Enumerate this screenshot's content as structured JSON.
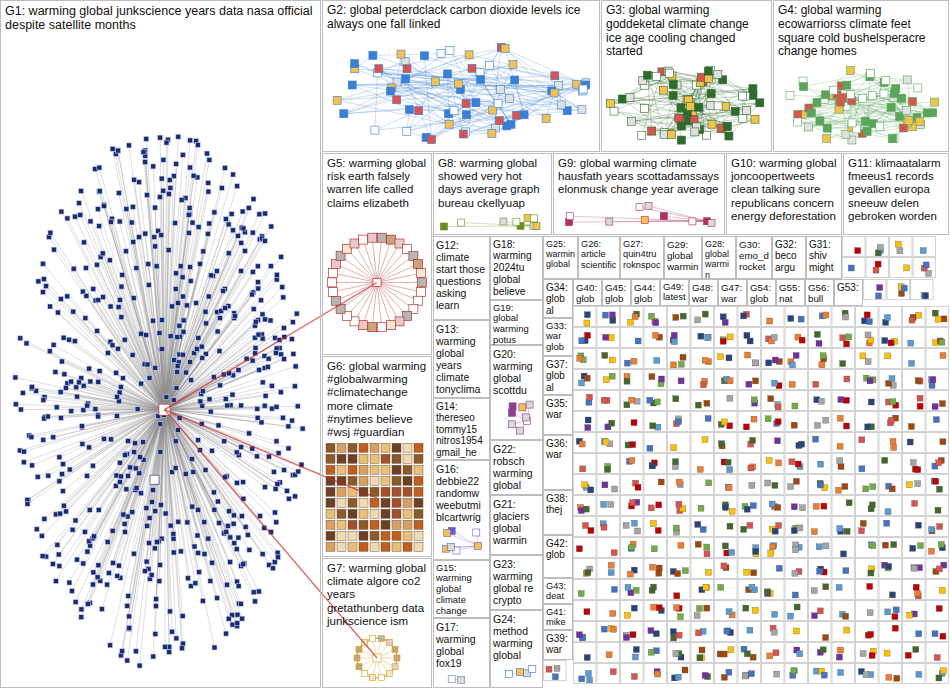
{
  "diagram": {
    "nodes": [
      {
        "text": [
          "G1: warming global junkscience years data nasa official despite satellite months"
        ]
      },
      {
        "text": [
          "G2: global peterdclack carbon dioxide levels ice always one fall linked"
        ]
      },
      {
        "text": [
          "G3: global warming goddeketal climate change ice age cooling changed started"
        ]
      },
      {
        "text": [
          "G4: global warming ecowarriorss climate feet square cold bushelsperacre change homes"
        ]
      },
      {
        "text": [
          "G5: warming global risk earth falsely warren life called claims elizabeth"
        ]
      },
      {
        "text": [
          "G8: warming global showed very hot days average graph bureau ckellyuap"
        ]
      },
      {
        "text": [
          "G9: global warming climate hausfath years scottadamssays elonmusk change year average"
        ]
      },
      {
        "text": [
          "G10: warming global joncoopertweets clean talking sure republicans concern energy deforestation"
        ]
      },
      {
        "text": [
          "G11: klimaatalarm fmeeus1 records gevallen europa sneeuw delen gebroken worden"
        ]
      },
      {
        "text": [
          "G12: climate start those questions asking learn"
        ]
      },
      {
        "text": [
          "G18: warming 2024tu global believe"
        ]
      },
      {
        "text": [
          "G25: warmin global"
        ]
      },
      {
        "text": [
          "G26: article scientific"
        ]
      },
      {
        "text": [
          "G27: quin4tru roknspoc"
        ]
      },
      {
        "text": [
          "G29: global warmin"
        ]
      },
      {
        "text": [
          "G28: global warmin"
        ]
      },
      {
        "text": [
          "G30: emo_d rocket"
        ]
      },
      {
        "text": [
          "G32: beco argu"
        ]
      },
      {
        "text": [
          "G31: shiv might"
        ]
      },
      {
        "text": [
          "G40: glob"
        ]
      },
      {
        "text": [
          "G45: glob"
        ]
      },
      {
        "text": [
          "G44: glob"
        ]
      },
      {
        "text": [
          "G49: latest"
        ]
      },
      {
        "text": [
          "G48: war"
        ]
      },
      {
        "text": [
          "G47: war"
        ]
      },
      {
        "text": [
          "G54: glob"
        ]
      },
      {
        "text": [
          "G55: nat"
        ]
      },
      {
        "text": [
          "G56: bull"
        ]
      },
      {
        "text": [
          "G53:"
        ]
      },
      {
        "text": [
          "G19: global warming potus"
        ]
      },
      {
        "text": [
          "G34: global"
        ]
      },
      {
        "text": [
          "G13: warming global years climate tonyclima"
        ]
      },
      {
        "text": [
          "G33: war glob"
        ]
      },
      {
        "text": [
          "G20: warming global scottdu"
        ]
      },
      {
        "text": [
          "G37: global"
        ]
      },
      {
        "text": [
          "G35: war"
        ]
      },
      {
        "text": [
          "G6: global warming #globalwarming #climatechange more climate #nytimes believe #wsj #guardian"
        ]
      },
      {
        "text": [
          "G14: thereseo tommy15 nitros1954 gmail_he"
        ]
      },
      {
        "text": [
          "G36: war"
        ]
      },
      {
        "text": [
          "G22: robsch warming global"
        ]
      },
      {
        "text": [
          "G16: debbie22 randomw weebutmi blcartwrig"
        ]
      },
      {
        "text": [
          "G38: thej"
        ]
      },
      {
        "text": [
          "G21: glaciers global warmin"
        ]
      },
      {
        "text": [
          "G42: glob"
        ]
      },
      {
        "text": [
          "G15: warming global climate change"
        ]
      },
      {
        "text": [
          "G23: warming global re crypto"
        ]
      },
      {
        "text": [
          "G43: deat"
        ]
      },
      {
        "text": [
          "G41: mike"
        ]
      },
      {
        "text": [
          "G24: method warming global"
        ]
      },
      {
        "text": [
          "G39: war"
        ]
      },
      {
        "text": [
          "G17: warming global fox19"
        ]
      },
      {
        "text": [
          "G7: warming global climate algore co2 years gretathunberg data junkscience ism"
        ]
      }
    ]
  }
}
